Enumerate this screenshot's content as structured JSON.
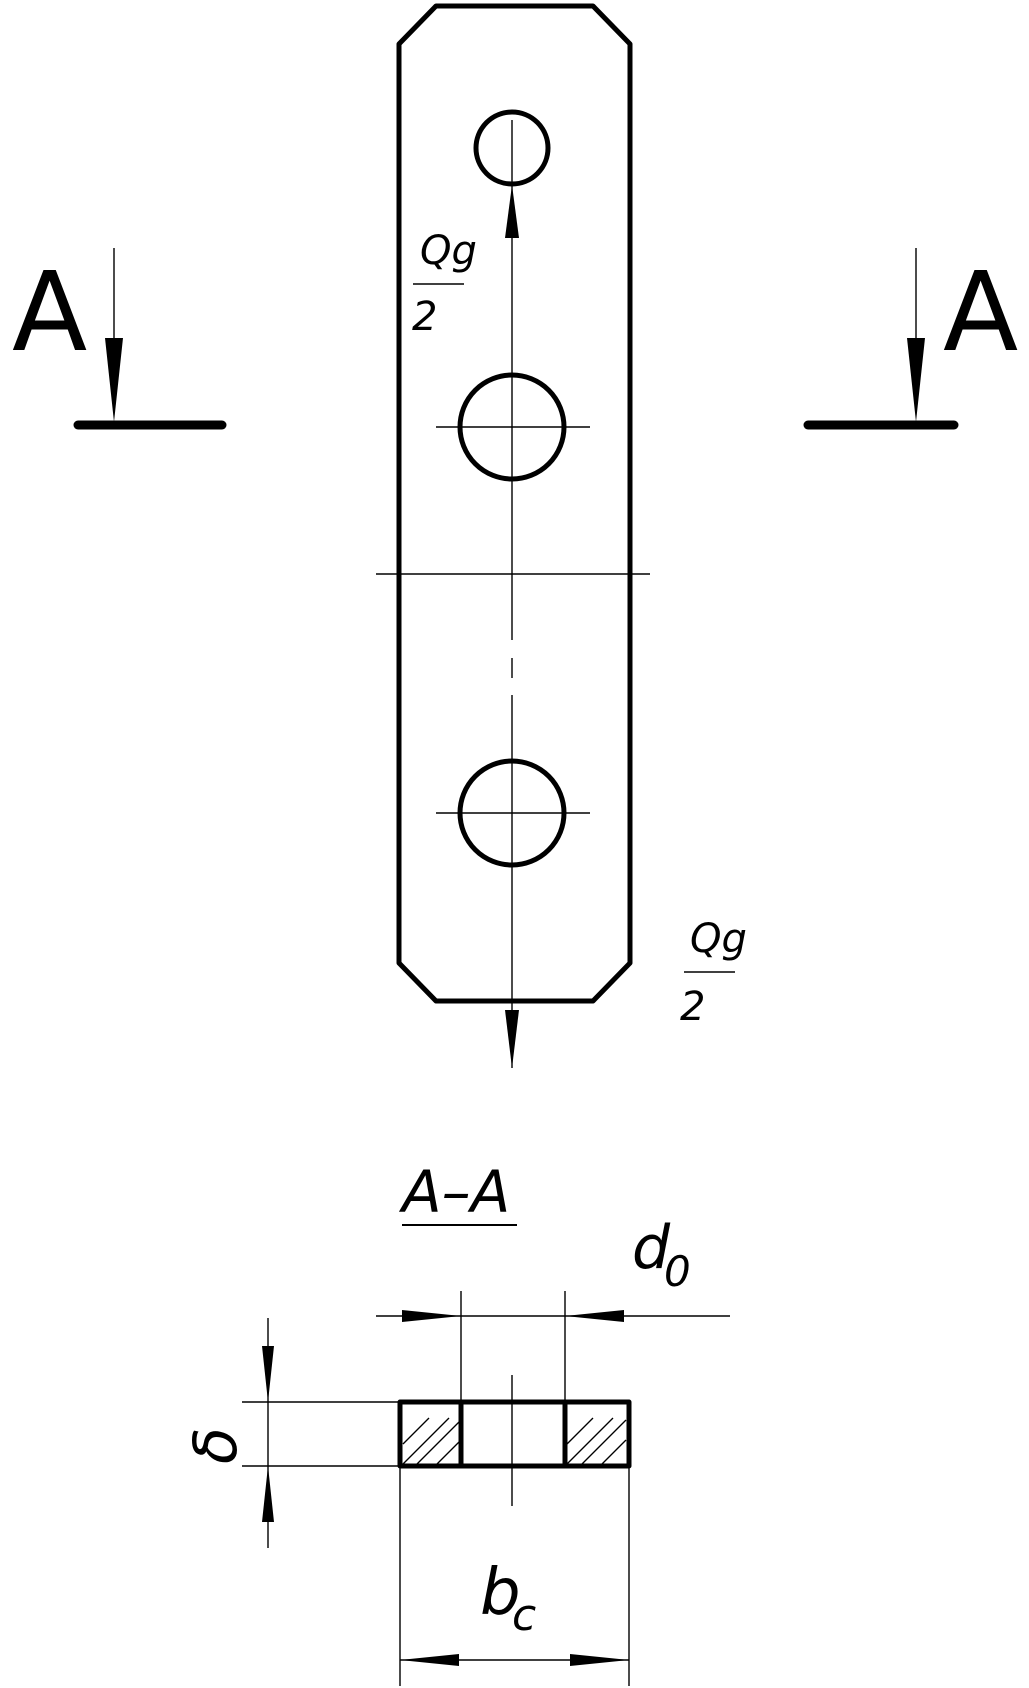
{
  "section_marks": {
    "left": "A",
    "right": "A"
  },
  "load_labels": {
    "upper": {
      "numerator": "Qg",
      "denominator": "2"
    },
    "lower": {
      "numerator": "Qg",
      "denominator": "2"
    }
  },
  "section_view": {
    "title": "A–A",
    "dims": {
      "hole_diameter": {
        "main": "d",
        "sub": "0"
      },
      "thickness": "δ",
      "width": {
        "main": "b",
        "sub": "c"
      }
    }
  }
}
